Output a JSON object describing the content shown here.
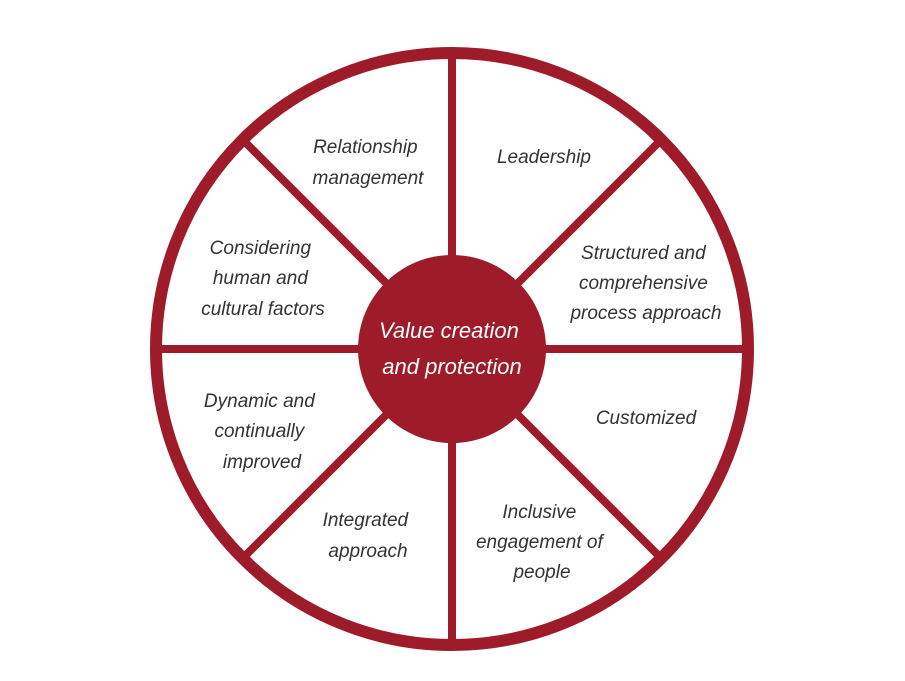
{
  "colors": {
    "wheel": "#9e1b2a",
    "label_text": "#333333",
    "center_text": "#ffffff",
    "background": "#ffffff"
  },
  "center": {
    "lines": [
      "Value creation",
      "and protection"
    ]
  },
  "segments": [
    {
      "lines": [
        "Leadership"
      ]
    },
    {
      "lines": [
        "Structured and",
        "comprehensive",
        "process approach"
      ]
    },
    {
      "lines": [
        "Customized"
      ]
    },
    {
      "lines": [
        "Inclusive",
        "engagement of",
        "people"
      ]
    },
    {
      "lines": [
        "Integrated",
        "approach"
      ]
    },
    {
      "lines": [
        "Dynamic and",
        "continually",
        "improved"
      ]
    },
    {
      "lines": [
        "Considering",
        "human and",
        "cultural factors"
      ]
    },
    {
      "lines": [
        "Relationship",
        "management"
      ]
    }
  ]
}
